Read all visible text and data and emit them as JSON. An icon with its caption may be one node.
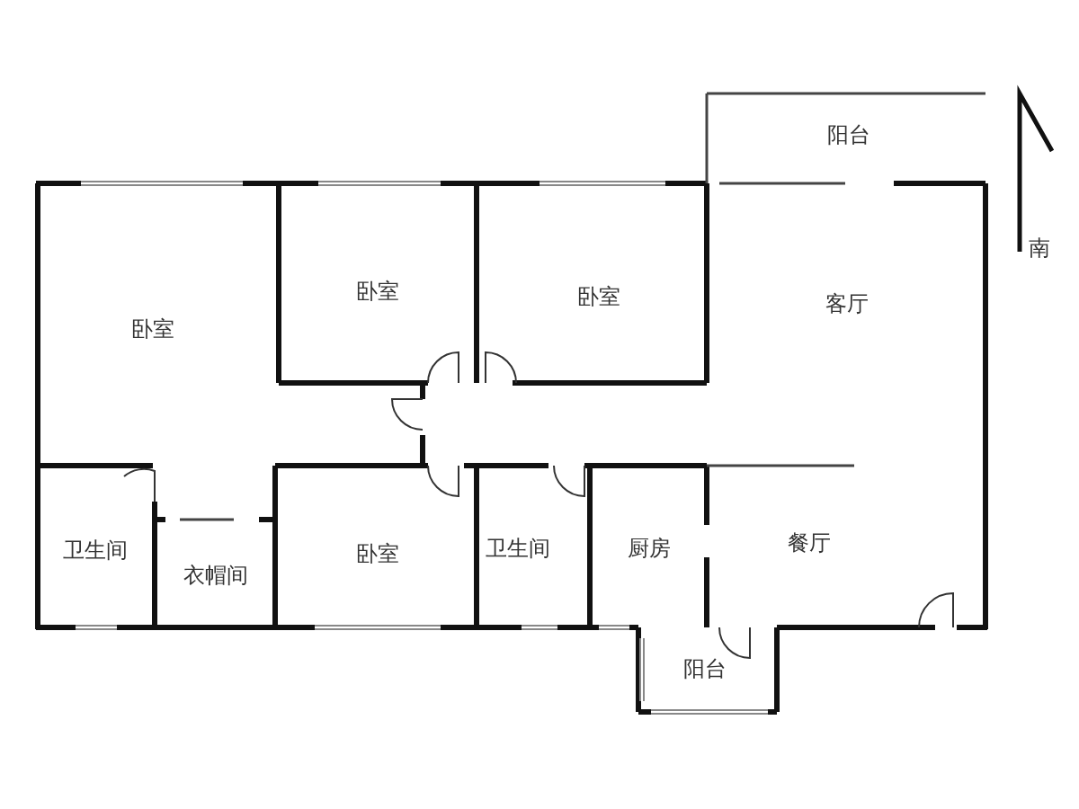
{
  "diagram": {
    "labels": [
      "阳台",
      "南",
      "卧室",
      "卧室",
      "客厅",
      "卧室",
      "卫生间",
      "衣帽间",
      "卧室",
      "卫生间",
      "厨房",
      "餐厅",
      "阳台"
    ]
  }
}
